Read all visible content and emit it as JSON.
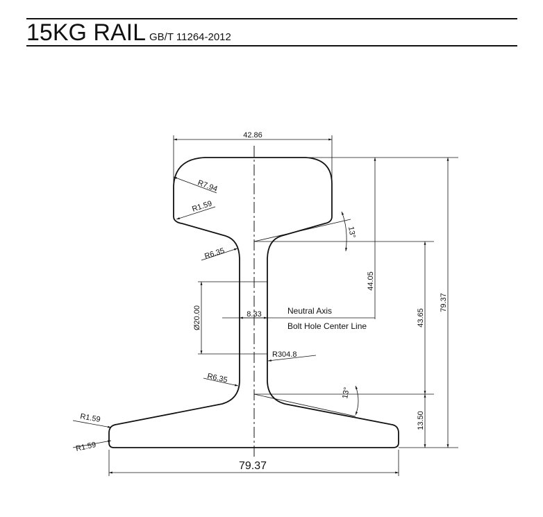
{
  "header": {
    "title": "15KG RAIL",
    "standard": "GB/T 11264-2012"
  },
  "dimensions": {
    "head_width": "42.86",
    "base_width": "79.37",
    "total_height": "79.37",
    "head_to_neutral": "44.05",
    "neutral_to_base": "43.65",
    "base_thickness": "13.50",
    "web_thickness": "8.33",
    "bolt_hole": "Ø20.00",
    "r_head_corner": "R7.94",
    "r_head_bottom": "R1.59",
    "r_upper_fillet": "R6.35",
    "r_lower_fillet": "R6.35",
    "r_web": "R304.8",
    "r_base_top": "R1.59",
    "r_base_bottom": "R1.59",
    "angle_upper": "13°",
    "angle_lower": "13°"
  },
  "labels": {
    "neutral_axis": "Neutral Axis",
    "bolt_hole_line": "Bolt Hole Center Line"
  }
}
